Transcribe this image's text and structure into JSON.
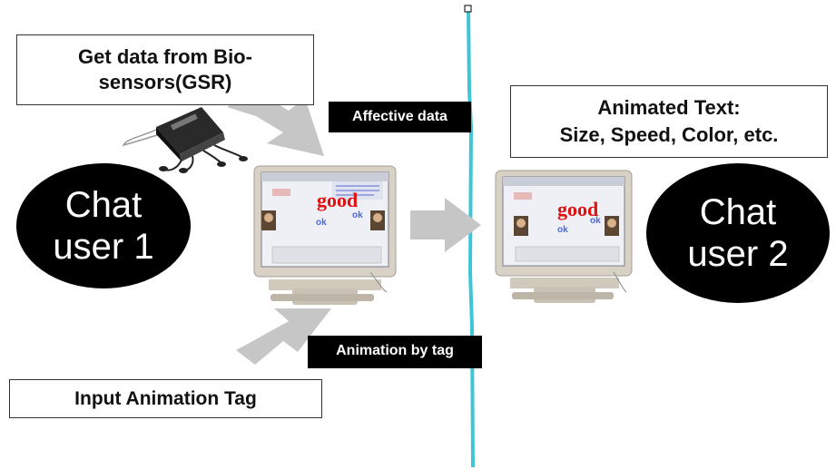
{
  "get_data_box": {
    "line1": "Get data from Bio-",
    "line2": "sensors(GSR)"
  },
  "affective_tag": "Affective data",
  "animated_text_box": {
    "line1": "Animated Text:",
    "line2": "Size, Speed, Color, etc."
  },
  "user1_label": "Chat\nuser 1",
  "user2_label": "Chat\nuser 2",
  "animation_tag": "Animation by tag",
  "input_box": "Input Animation Tag",
  "monitor1": {
    "big_word": "good",
    "small_words": [
      "ok",
      "ok"
    ]
  },
  "monitor2": {
    "big_word": "good",
    "small_words": [
      "ok",
      "ok"
    ]
  },
  "colors": {
    "divider": "#3fc6d4",
    "arrow": "#c6c6c6",
    "oval": "#000000",
    "tag_bg": "#000000"
  }
}
